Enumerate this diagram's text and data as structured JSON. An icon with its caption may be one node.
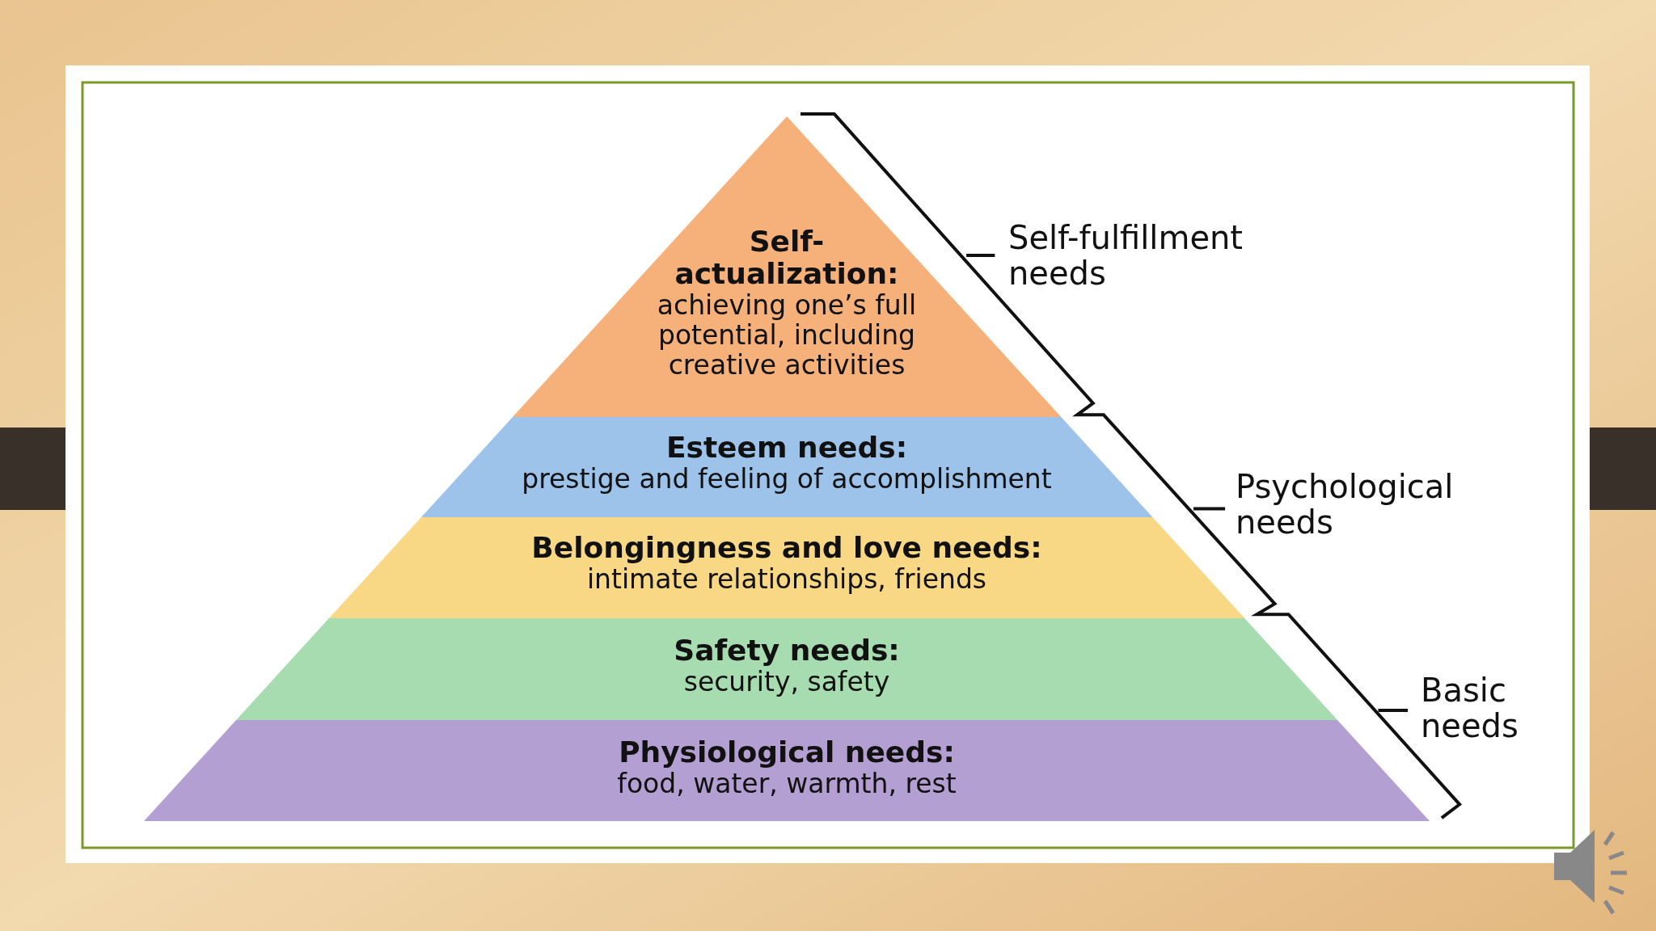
{
  "diagram": {
    "nodes": [
      {
        "text": [
          "Self-actualization:",
          "achieving one’s full potential, including creative activities"
        ]
      },
      {
        "text": [
          "Esteem needs:",
          "prestige and feeling of accomplishment"
        ]
      },
      {
        "text": [
          "Belongingness and love needs:",
          "intimate relationships, friends"
        ]
      },
      {
        "text": [
          "Safety needs:",
          "security, safety"
        ]
      },
      {
        "text": [
          "Physiological needs:",
          "food, water, warmth, rest"
        ]
      }
    ],
    "labels": [
      "Self-fulfillment needs",
      "Psychological needs",
      "Basic needs"
    ]
  }
}
